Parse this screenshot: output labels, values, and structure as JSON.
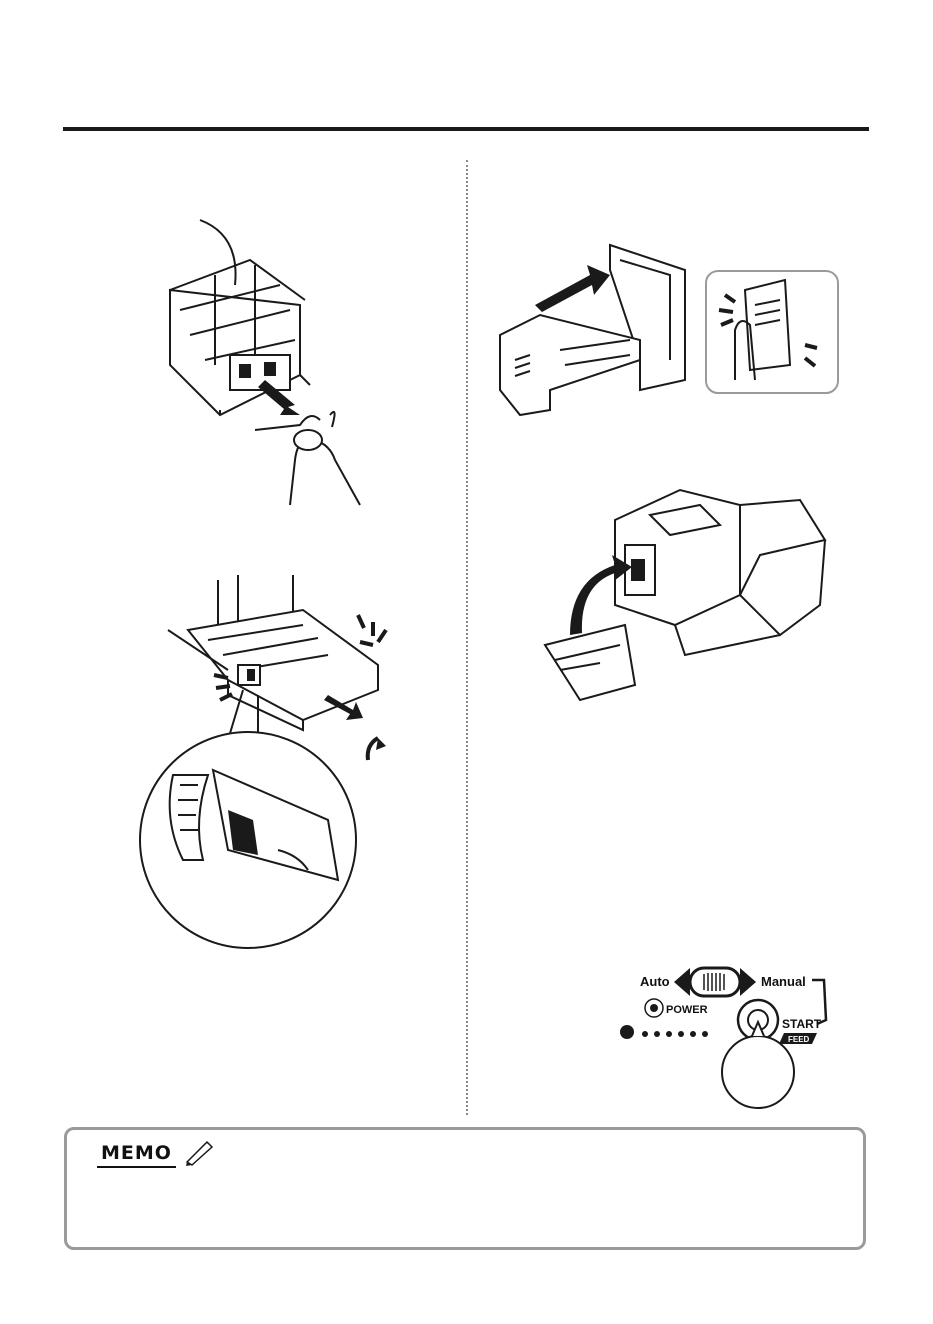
{
  "memo": {
    "label": "MEMO"
  },
  "panel": {
    "mode_auto": "Auto",
    "mode_manual": "Manual",
    "power_label": "POWER",
    "start_label": "START",
    "feed_label": "FEED"
  },
  "colors": {
    "ink": "#1a1a1a",
    "memo_border": "#9a9a9a",
    "divider": "#8a8a8a"
  }
}
